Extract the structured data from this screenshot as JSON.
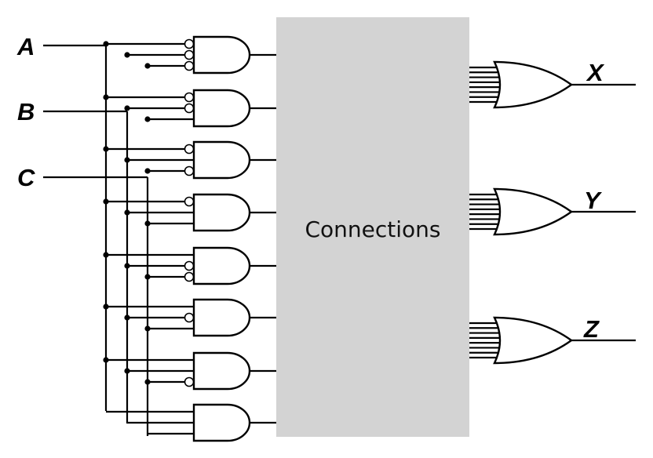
{
  "inputs": [
    {
      "label": "A"
    },
    {
      "label": "B"
    },
    {
      "label": "C"
    }
  ],
  "outputs": [
    {
      "label": "X"
    },
    {
      "label": "Y"
    },
    {
      "label": "Z"
    }
  ],
  "connections_box": {
    "label": "Connections",
    "fill": "#d3d3d3"
  },
  "and_gates": [
    {
      "inverted": [
        "A",
        "B",
        "C"
      ]
    },
    {
      "inverted": [
        "A",
        "B"
      ]
    },
    {
      "inverted": [
        "A",
        "C"
      ]
    },
    {
      "inverted": [
        "A"
      ]
    },
    {
      "inverted": [
        "B",
        "C"
      ]
    },
    {
      "inverted": [
        "B"
      ]
    },
    {
      "inverted": [
        "C"
      ]
    },
    {
      "inverted": []
    }
  ],
  "or_gates": [
    {
      "output": "X",
      "input_count": 8
    },
    {
      "output": "Y",
      "input_count": 8
    },
    {
      "output": "Z",
      "input_count": 8
    }
  ],
  "colors": {
    "wire": "#000000",
    "background": "#ffffff"
  }
}
